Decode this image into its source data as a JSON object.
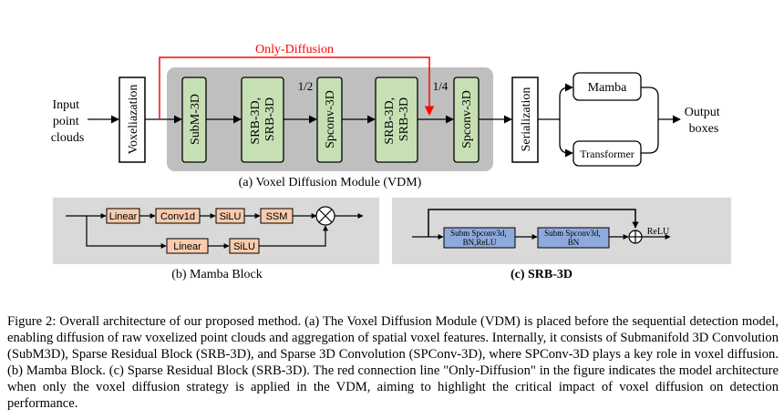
{
  "vdm": {
    "input_label": [
      "Input",
      "point",
      "clouds"
    ],
    "voxelization": "Voxeliazation",
    "subm": "SubM-3D",
    "srb1": [
      "SRB-3D,",
      "SRB-3D"
    ],
    "half": "1/2",
    "spconv1": "Spconv-3D",
    "srb2": [
      "SRB-3D,",
      "SRB-3D"
    ],
    "quarter": "1/4",
    "spconv2": "Spconv-3D",
    "serialization": "Serialization",
    "mamba": "Mamba",
    "transformer": "Transformer",
    "output_label": [
      "Output",
      "boxes"
    ],
    "only_diffusion": "Only-Diffusion",
    "caption": "(a) Voxel Diffusion Module (VDM)"
  },
  "mamba_block": {
    "linear1": "Linear",
    "conv1d": "Conv1d",
    "silu1": "SiLU",
    "ssm": "SSM",
    "linear2": "Linear",
    "silu2": "SiLU",
    "caption": "(b) Mamba Block"
  },
  "srb_block": {
    "subm1": [
      "Subm Spconv3d,",
      "BN,ReLU"
    ],
    "subm2": [
      "Subm Spconv3d,",
      "BN"
    ],
    "relu": "ReLU",
    "caption": "(c) SRB-3D"
  },
  "figure_caption": "Figure 2: Overall architecture of our proposed method. (a) The Voxel Diffusion Module (VDM) is placed before the sequential detection model, enabling diffusion of raw voxelized point clouds and aggregation of spatial voxel features. Internally, it consists of Submanifold 3D Convolution (SubM3D), Sparse Residual Block (SRB-3D), and Sparse 3D Convolution (SPConv-3D), where SPConv-3D plays a key role in voxel diffusion. (b) Mamba Block. (c) Sparse Residual Block (SRB-3D). The red connection line \"Only-Diffusion\" in the figure indicates the model architecture when only the voxel diffusion strategy is applied in the VDM, aiming to highlight the critical impact of voxel diffusion on detection performance.",
  "colors": {
    "green": "#c6e0b4",
    "gray_panel": "#bfbfbf",
    "light_panel": "#d9d9d9",
    "orange": "#f8cbad",
    "blue": "#8ea9db",
    "red": "#ff0000"
  }
}
